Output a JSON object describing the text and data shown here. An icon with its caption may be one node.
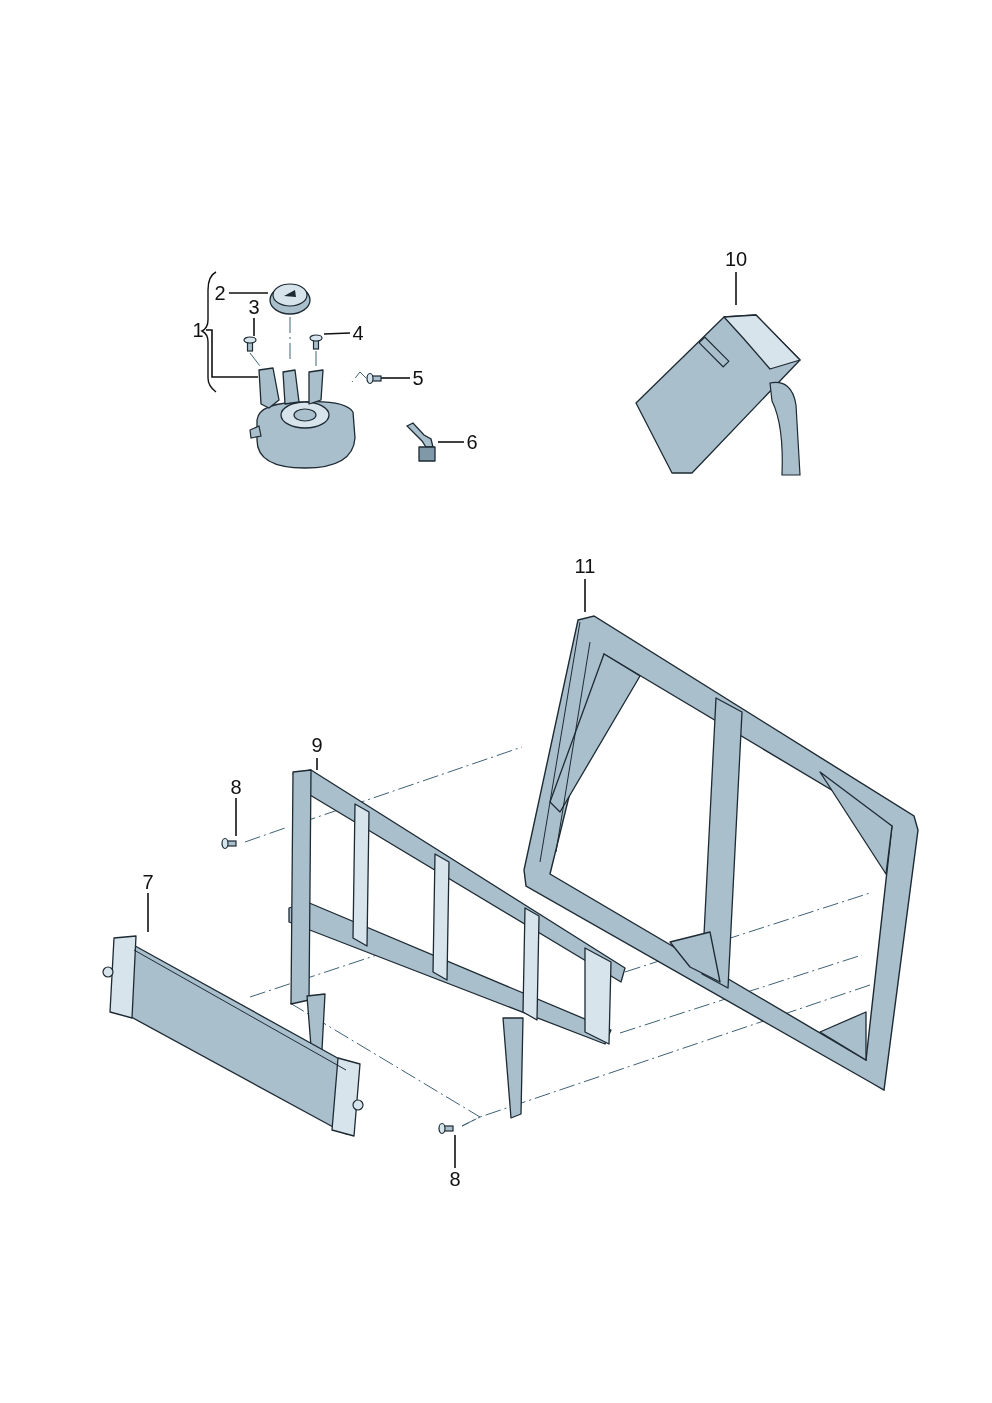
{
  "diagram": {
    "nodes": [
      {
        "text": [
          "1"
        ]
      },
      {
        "text": [],
        "shape": "picture"
      },
      {
        "text": [
          "2"
        ]
      },
      {
        "text": [],
        "shape": "picture"
      },
      {
        "text": [
          "3"
        ]
      },
      {
        "text": [],
        "shape": "picture"
      },
      {
        "text": [
          "4"
        ]
      },
      {
        "text": [],
        "shape": "picture"
      },
      {
        "text": [
          "5"
        ]
      },
      {
        "text": [],
        "shape": "picture"
      },
      {
        "text": [
          "6"
        ]
      },
      {
        "text": [],
        "shape": "picture"
      },
      {
        "text": [
          "10"
        ]
      },
      {
        "text": [],
        "shape": "picture"
      },
      {
        "text": [
          "11"
        ]
      },
      {
        "text": [],
        "shape": "picture"
      },
      {
        "text": [
          "9"
        ]
      },
      {
        "text": [],
        "shape": "picture"
      },
      {
        "text": [
          "8"
        ]
      },
      {
        "text": [],
        "shape": "picture"
      },
      {
        "text": [
          "7"
        ]
      },
      {
        "text": [],
        "shape": "picture"
      },
      {
        "text": [
          "8"
        ]
      },
      {
        "text": [],
        "shape": "picture"
      }
    ],
    "edges": [
      {
        "from": 0,
        "to": 1,
        "arrow": "none"
      },
      {
        "from": 2,
        "to": 3,
        "arrow": "none"
      },
      {
        "from": 4,
        "to": 5,
        "arrow": "none"
      },
      {
        "from": 6,
        "to": 7,
        "arrow": "none"
      },
      {
        "from": 8,
        "to": 9,
        "arrow": "none"
      },
      {
        "from": 10,
        "to": 11,
        "arrow": "none"
      },
      {
        "from": 12,
        "to": 13,
        "arrow": "none"
      },
      {
        "from": 14,
        "to": 15,
        "arrow": "none"
      },
      {
        "from": 16,
        "to": 17,
        "arrow": "none"
      },
      {
        "from": 18,
        "to": 19,
        "arrow": "none"
      },
      {
        "from": 20,
        "to": 21,
        "arrow": "none"
      },
      {
        "from": 22,
        "to": 23,
        "arrow": "none"
      },
      {
        "from": 3,
        "to": 1,
        "arrow": "none",
        "style": "dashed",
        "color": "#3f6274"
      },
      {
        "from": 5,
        "to": 1,
        "arrow": "none",
        "style": "dashed",
        "color": "#3f6274"
      },
      {
        "from": 7,
        "to": 1,
        "arrow": "none",
        "style": "dashed",
        "color": "#3f6274"
      },
      {
        "from": 9,
        "to": 1,
        "arrow": "none",
        "style": "dashed",
        "color": "#3f6274"
      },
      {
        "from": 19,
        "to": 17,
        "arrow": "none",
        "style": "dashed",
        "color": "#3f6274"
      },
      {
        "from": 21,
        "to": 17,
        "arrow": "none",
        "style": "dashed",
        "color": "#3f6274"
      },
      {
        "from": 17,
        "to": 15,
        "arrow": "none",
        "style": "dashed",
        "color": "#3f6274"
      },
      {
        "from": 17,
        "to": 15,
        "arrow": "none",
        "style": "dashed",
        "color": "#3f6274"
      },
      {
        "from": 23,
        "to": 15,
        "arrow": "none",
        "style": "dashed",
        "color": "#3f6274"
      },
      {
        "from": 17,
        "to": 23,
        "arrow": "none",
        "style": "dashed",
        "color": "#3f6274"
      },
      {
        "from": 17,
        "to": 15,
        "arrow": "none",
        "style": "dashed",
        "color": "#3f6274"
      }
    ]
  }
}
